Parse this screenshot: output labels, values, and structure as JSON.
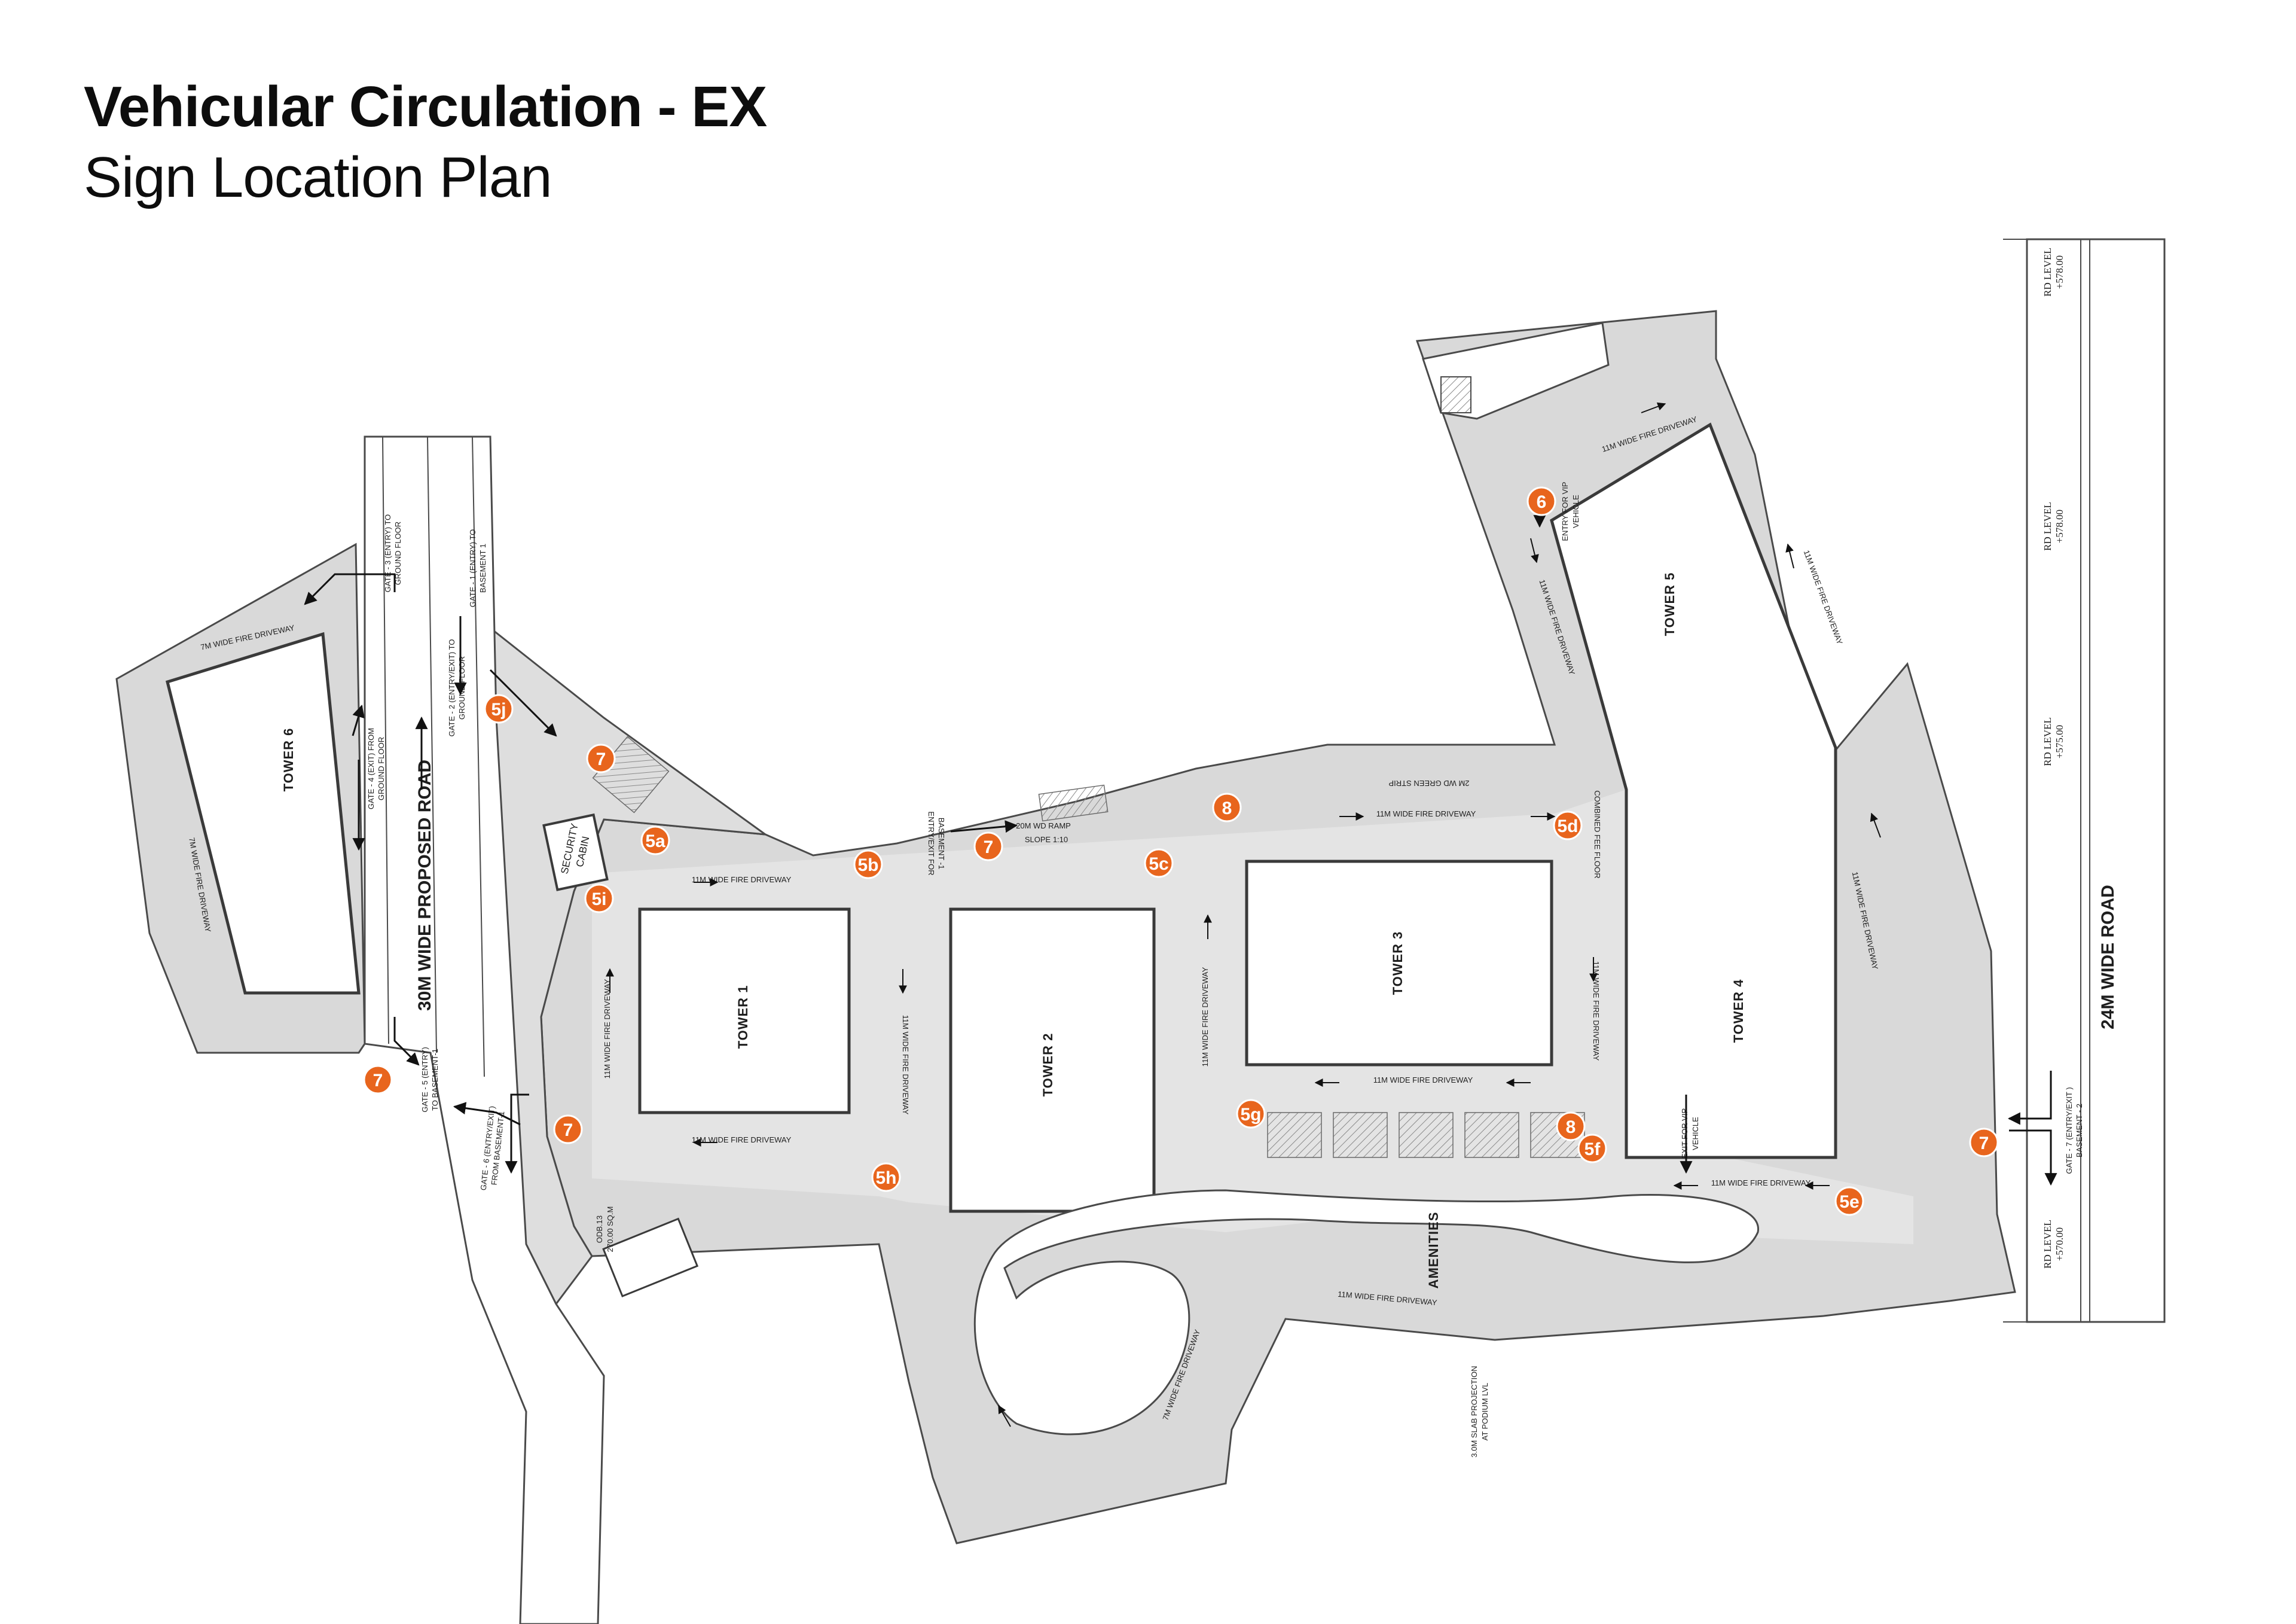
{
  "title": {
    "line1": "Vehicular Circulation - EX",
    "line2": "Sign Location Plan"
  },
  "towers": {
    "t1": "TOWER 1",
    "t2": "TOWER 2",
    "t3": "TOWER 3",
    "t4": "TOWER 4",
    "t5": "TOWER 5",
    "t6": "TOWER 6"
  },
  "roads": {
    "proposed": "30M WIDE PROPOSED ROAD",
    "wide24": "24M WIDE ROAD"
  },
  "labels": {
    "driveway": "11M WIDE FIRE DRIVEWAY",
    "driveway7": "7M WIDE FIRE DRIVEWAY",
    "security": "SECURITY",
    "cabin": "CABIN",
    "amenities": "AMENITIES",
    "ramp1": "20M WD RAMP",
    "ramp2": "SLOPE 1:10",
    "entry_exit_b1_a": "ENTRY/EXIT FOR",
    "entry_exit_b1_b": "BASEMENT -1",
    "vip_entry_a": "ENTRY FOR VIP",
    "vip_entry_b": "VEHICLE",
    "vip_exit_a": "EXIT FOR VIP",
    "vip_exit_b": "VEHICLE",
    "gate1_a": "GATE - 1 (ENTRY) TO",
    "gate1_b": "BASEMENT 1",
    "gate2_a": "GATE - 2 (ENTRY/EXIT) TO",
    "gate2_b": "GROUND FLOOR",
    "gate3_a": "GATE - 3 (ENTRY) TO",
    "gate3_b": "GROUND FLOOR",
    "gate4_a": "GATE - 4 (EXIT) FROM",
    "gate4_b": "GROUND FLOOR",
    "gate5_a": "GATE - 5 (ENTRY)",
    "gate5_b": "TO BASEMENT-1",
    "gate6_a": "GATE - 6 (ENTRY/EXIT)",
    "gate6_b": "FROM BASEMENT-1",
    "gate7_a": "GATE - 7 (ENTRY/EXIT )",
    "gate7_b": "BASEMENT - 2",
    "lvl578a": "RD LEVEL",
    "lvl578a_v": "+578.00",
    "lvl578b": "RD LEVEL",
    "lvl578b_v": "+578.00",
    "lvl575": "RD LEVEL",
    "lvl575_v": "+575.00",
    "lvl570": "RD LEVEL",
    "lvl570_v": "+570.00",
    "odb_a": "ODB.13",
    "odb_b": "270.00 SQ.M",
    "green_strip": "2M WD GREEN STRIP",
    "combined": "COMBINED FEE FLOOR",
    "slab": "3.0M SLAB PROJECTION",
    "slab_b": "AT PODIUM LVL"
  },
  "markers": {
    "m5j": "5j",
    "m7a": "7",
    "m5a": "5a",
    "m5i": "5i",
    "m5b": "5b",
    "m7b": "7",
    "m8a": "8",
    "m5c": "5c",
    "m5d": "5d",
    "m6": "6",
    "m7c": "7",
    "m7d": "7",
    "m5g": "5g",
    "m8b": "8",
    "m5f": "5f",
    "m5h": "5h",
    "m5e": "5e",
    "m7e": "7"
  },
  "colors": {
    "marker": "#e8651d",
    "site_fill": "#dcdcdc",
    "road_fill": "#ffffff",
    "outline": "#4a4a4a",
    "building_fill": "#ffffff"
  }
}
